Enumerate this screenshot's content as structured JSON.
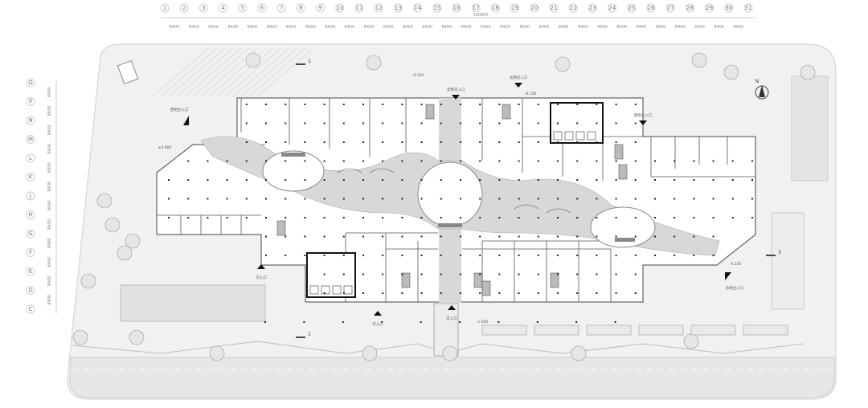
{
  "drawing": {
    "type": "mall ground floor plan",
    "column_axes": [
      "1",
      "2",
      "3",
      "4",
      "5",
      "6",
      "7",
      "8",
      "9",
      "10",
      "11",
      "12",
      "13",
      "14",
      "15",
      "16",
      "17",
      "18",
      "19",
      "20",
      "21",
      "22",
      "23",
      "24",
      "25",
      "26",
      "27",
      "28",
      "29",
      "30",
      "31"
    ],
    "column_dimension": "8400",
    "row_axes": [
      "Q",
      "P",
      "N",
      "M",
      "L",
      "K",
      "J",
      "H",
      "G",
      "F",
      "E",
      "D",
      "C"
    ],
    "row_dimensions": [
      "8400",
      "8400",
      "8400",
      "8400",
      "8400",
      "8400",
      "8400",
      "8400",
      "8400",
      "8400",
      "8400",
      "8400"
    ],
    "row_total": "100800",
    "entrances": [
      {
        "label": "西侧主入口"
      },
      {
        "label": "东侧主入口"
      },
      {
        "label": "北侧次入口"
      },
      {
        "label": "北侧次入口"
      },
      {
        "label": "南侧主入口"
      },
      {
        "label": "次入口"
      },
      {
        "label": "次入口"
      },
      {
        "label": "次入口"
      }
    ],
    "elevations": [
      "±0.000",
      "-0.150",
      "-0.150",
      "-0.150",
      "-1.000"
    ],
    "section_marks": [
      "1",
      "1",
      "3"
    ],
    "north_label": "N",
    "colors": {
      "corridor": "#d8d8d8",
      "site": "#f1f1f0",
      "wall": "#111111",
      "grid": "#bbbbbb"
    }
  }
}
